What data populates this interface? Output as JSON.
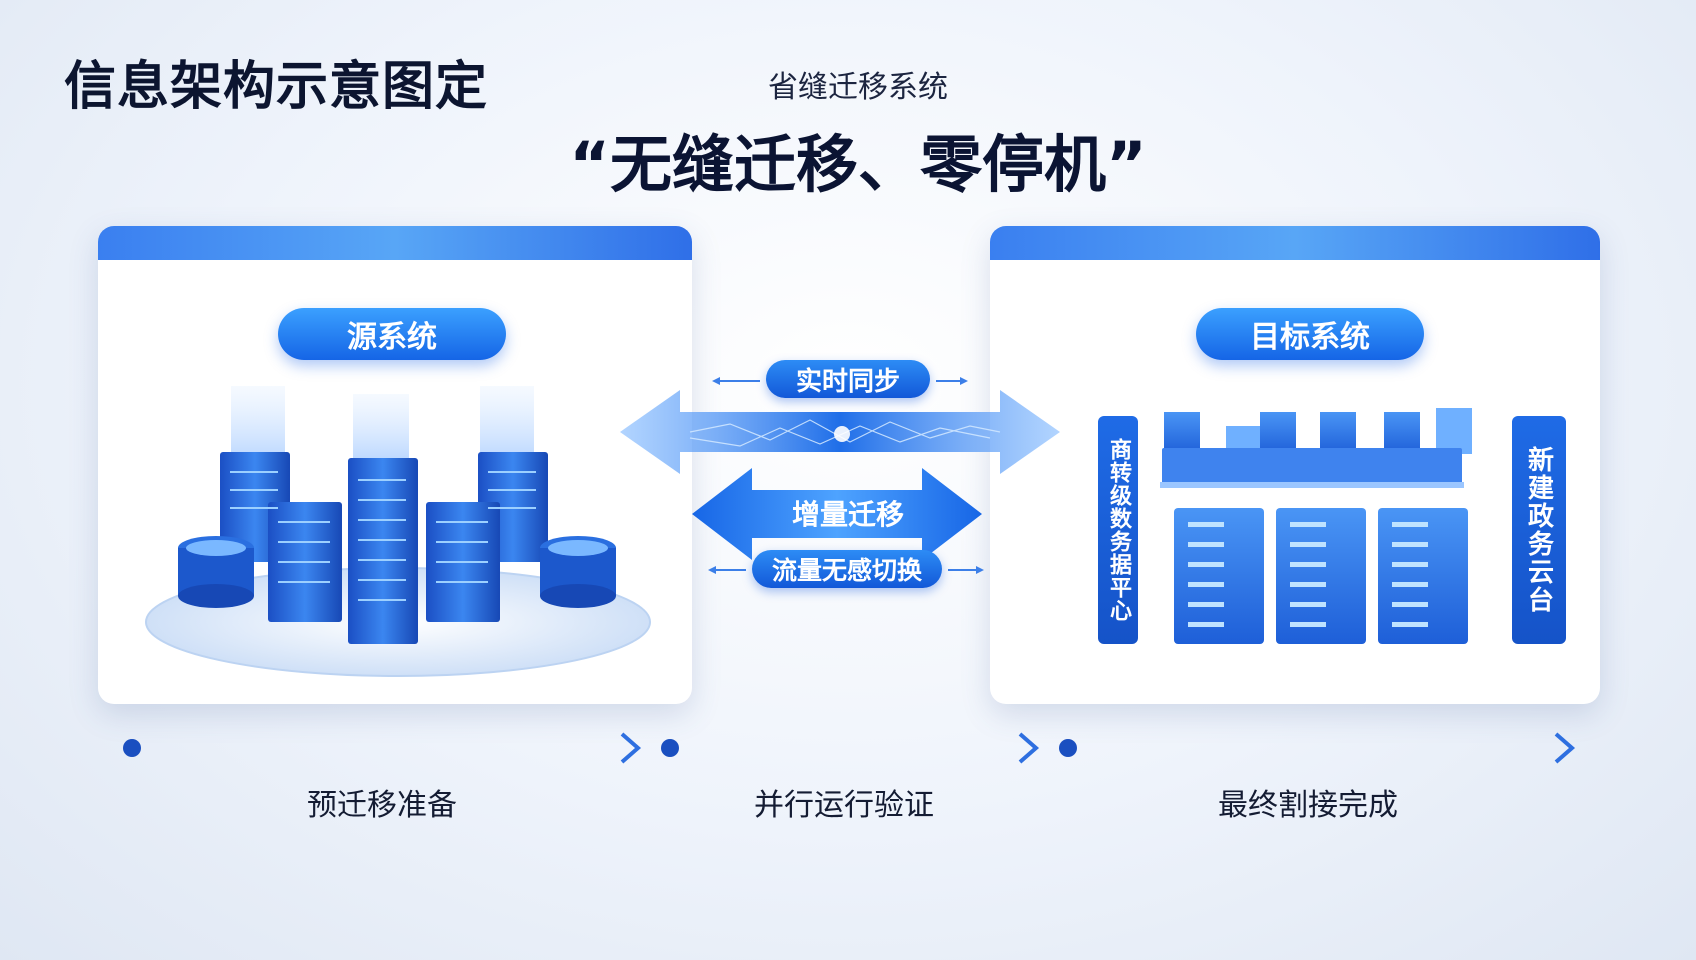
{
  "page_title": "信息架构示意图定",
  "subtitle": "省缝迁移系统",
  "headline": "“无缝迁移、零停机”",
  "source_panel": {
    "title": "源系统"
  },
  "target_panel": {
    "title": "目标系统",
    "left_vertical": "商转级数务据平心",
    "right_vertical": "新建政务云台"
  },
  "flows": {
    "sync": "实时同步",
    "incremental": "增量迁移",
    "traffic": "流量无感切换"
  },
  "steps": [
    "预迁移准备",
    "并行运行验证",
    "最终割接完成"
  ],
  "colors": {
    "accent": "#1565e6",
    "accent_light": "#58a6f6",
    "text_dark": "#0c1530"
  }
}
